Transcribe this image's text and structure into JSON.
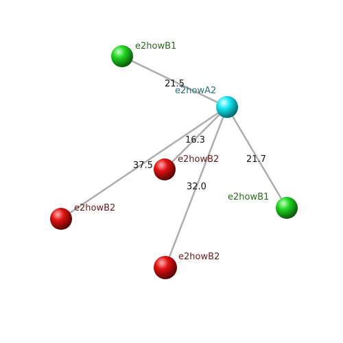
{
  "atoms": [
    {
      "id": "A2",
      "label": "e2howA2",
      "kind": "A"
    },
    {
      "id": "B1a",
      "label": "e2howB1",
      "kind": "B1"
    },
    {
      "id": "B1b",
      "label": "e2howB1",
      "kind": "B1"
    },
    {
      "id": "B2a",
      "label": "e2howB2",
      "kind": "B2"
    },
    {
      "id": "B2b",
      "label": "e2howB2",
      "kind": "B2"
    },
    {
      "id": "B2c",
      "label": "e2howB2",
      "kind": "B2"
    }
  ],
  "bonds": [
    {
      "from": "A2",
      "to": "B1a",
      "distance": "21.5"
    },
    {
      "from": "A2",
      "to": "B2a",
      "distance": "16.3"
    },
    {
      "from": "A2",
      "to": "B2b",
      "distance": "37.5"
    },
    {
      "from": "A2",
      "to": "B2c",
      "distance": "32.0"
    },
    {
      "from": "A2",
      "to": "B1b",
      "distance": "21.7"
    }
  ],
  "colors": {
    "A": {
      "sphere": "#12e6f0",
      "label": "#2a6f78"
    },
    "B1": {
      "sphere": "#1fd61f",
      "label": "#2b6b1e"
    },
    "B2": {
      "sphere": "#e01010",
      "label": "#6b1a1a"
    },
    "bond": "#c8c8c8"
  }
}
